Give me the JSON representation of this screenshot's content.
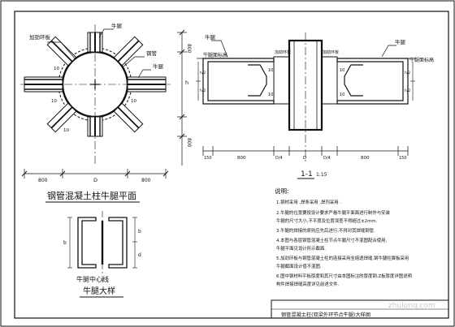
{
  "plan": {
    "title": "钢管混凝土柱牛腿平面",
    "labels": {
      "stiffener": "加劲环板",
      "corbel_top": "牛腿",
      "steel_tube": "钢管",
      "corbel_right": "牛腿",
      "weld_1": "10",
      "weld_2": "10",
      "weld_3": "10",
      "weld_4": "10"
    },
    "dims_bottom": [
      "800",
      "D",
      "800"
    ],
    "dims_right": [
      "800",
      "h",
      "800"
    ]
  },
  "section": {
    "title": "1-1",
    "scale": "1:15",
    "labels": {
      "corbel_left": "牛腿",
      "corbel_right": "牛腿",
      "top_left": "牛腿面标高",
      "top_right": "牛腿面标高",
      "stiff_left": "加劲环板",
      "stiff_right": "加劲环板",
      "weld_a": "10",
      "weld_b": "10",
      "weld_c": "10",
      "weld_d": "10",
      "h_half_1": "h/2",
      "h_half_2": "h/2",
      "h_half_3": "h/2",
      "h_half_4": "h/2"
    },
    "dims_bottom": [
      "150",
      "800",
      "D/4",
      "D",
      "D/4",
      "800",
      "150"
    ]
  },
  "detail": {
    "caption_line1": "牛腿中心线",
    "caption_line2": "牛腿大样",
    "dims_right": [
      "b",
      "d"
    ],
    "dims_left": [
      "b"
    ]
  },
  "notes": {
    "heading": "说明:",
    "lines": [
      "1.钢材采用       ,焊条采用        ,焊剂采用        .",
      "2.牛腿的位置要按设计要求严格牛腿平面面进行制作与安装",
      "  牛腿的尺寸大小,不平度及位置误差不得超过±2mm.",
      "3.牛腿的焊接的原则应先后进行,不得对其焊缝钢管.",
      "4.本图与各层钢管混凝土柱节点牛腿尺寸不混图配合使用,",
      "  牛腿平面见设计所示截面.",
      "5.加劲环板与钢管混凝土柱的连接采用全熔透焊缝,钢牛腿柱翼板采用",
      "  牛腿截面设计值不混图.",
      "6.图中钢材料平板厚度和其尺寸由本图标注的厚度钢.Z板厚度详图说明",
      "  构件焊接焊缝高度详见前述文件."
    ]
  },
  "title_block": {
    "text": "钢管混凝土柱(双梁外环节点牛腿)大样图",
    "watermark": "zhulong.com"
  }
}
